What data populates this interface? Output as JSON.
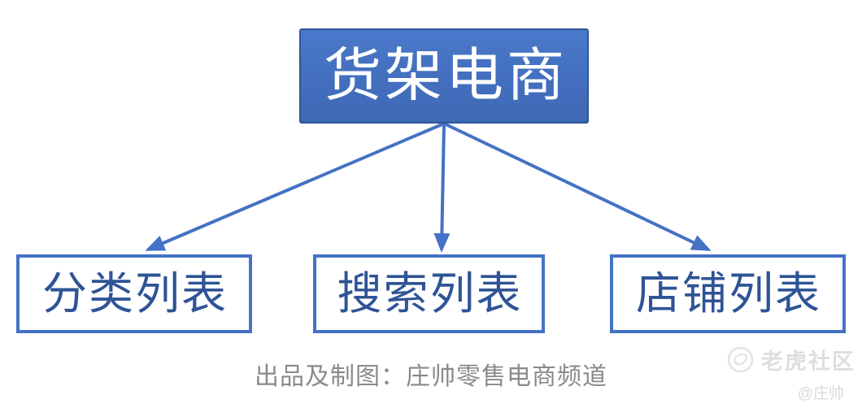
{
  "diagram": {
    "root": {
      "label": "货架电商"
    },
    "children": [
      {
        "label": "分类列表"
      },
      {
        "label": "搜索列表"
      },
      {
        "label": "店铺列表"
      }
    ],
    "caption": "出品及制图：庄帅零售电商频道"
  },
  "watermark": {
    "brand": "老虎社区",
    "handle": "@庄帅"
  },
  "colors": {
    "root_fill_top": "#4b79cb",
    "root_fill_bottom": "#3e69b6",
    "root_border": "#2f5597",
    "root_text": "#ffffff",
    "connector": "#4472c4",
    "child_border": "#4472c4",
    "child_text": "#2f5496",
    "caption_text": "#8a8a8a",
    "watermark_text": "#dedede"
  }
}
